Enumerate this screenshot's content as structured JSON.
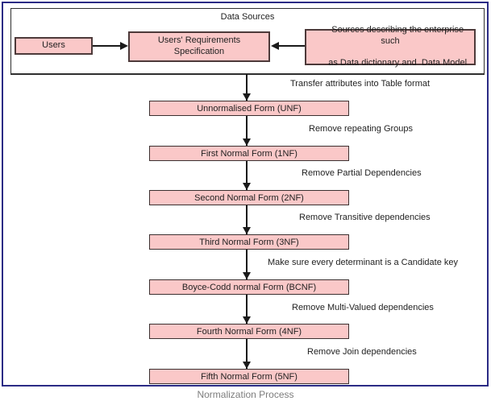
{
  "data_sources": {
    "title": "Data Sources",
    "users_label": "Users",
    "urs_line1": "Users' Requirements",
    "urs_line2": "Specification",
    "sources_line1": "Sources describing the enterprise such",
    "sources_line2": "as Data dictionary and  Data Model"
  },
  "flow": {
    "steps": [
      {
        "transition": "Transfer attributes into Table format",
        "box": "Unnormalised Form (UNF)"
      },
      {
        "transition": "Remove repeating Groups",
        "box": "First Normal Form (1NF)"
      },
      {
        "transition": "Remove Partial Dependencies",
        "box": "Second Normal Form (2NF)"
      },
      {
        "transition": "Remove Transitive dependencies",
        "box": "Third Normal Form (3NF)"
      },
      {
        "transition": "Make sure every determinant is a Candidate key",
        "box": "Boyce-Codd normal Form (BCNF)"
      },
      {
        "transition": "Remove Multi-Valued dependencies",
        "box": "Fourth Normal Form (4NF)"
      },
      {
        "transition": "Remove Join dependencies",
        "box": "Fifth Normal Form (5NF)"
      }
    ]
  },
  "caption": "Normalization Process",
  "colors": {
    "frame_border": "#2b2b85",
    "box_fill": "#fac8c8",
    "box_border": "#4d3a3a",
    "arrow": "#1a1a1a",
    "caption_text": "#7d7d7d",
    "background": "#ffffff"
  }
}
